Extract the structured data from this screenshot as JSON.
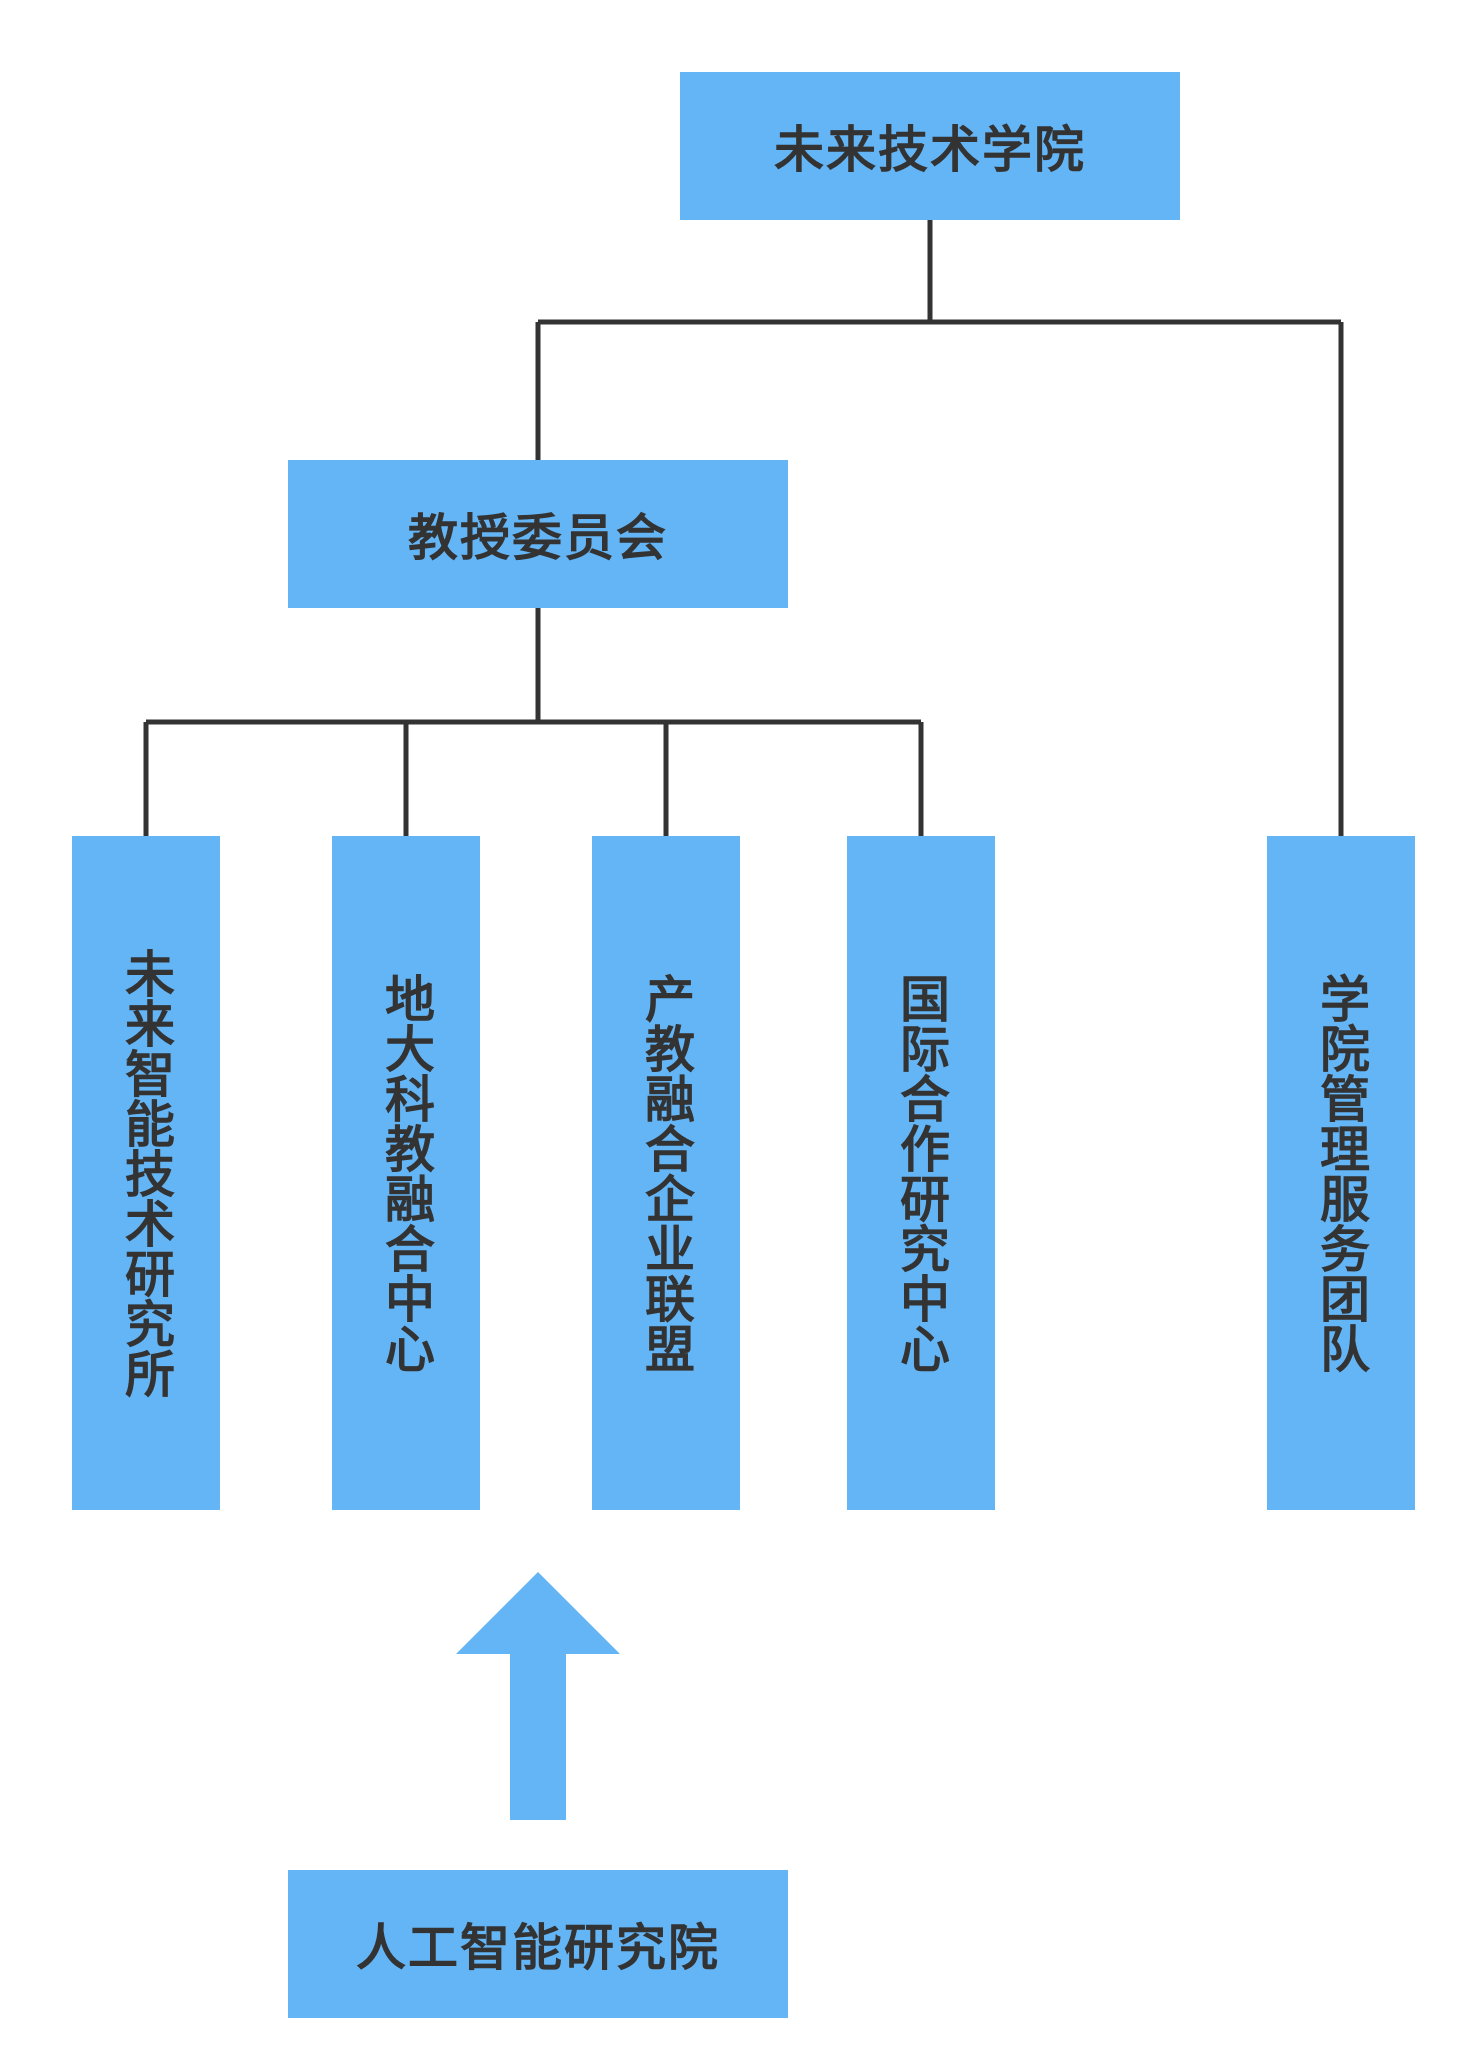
{
  "diagram": {
    "type": "org-chart",
    "root": {
      "label": "未来技术学院"
    },
    "committee": {
      "label": "教授委员会"
    },
    "units": [
      {
        "label": "未来智能技术研究所"
      },
      {
        "label": "地大科教融合中心"
      },
      {
        "label": "产教融合企业联盟"
      },
      {
        "label": "国际合作研究中心"
      }
    ],
    "admin": {
      "label": "学院管理服务团队"
    },
    "supporter": {
      "label": "人工智能研究院"
    },
    "colors": {
      "box": "#64b5f6",
      "text": "#333333",
      "line": "#333333",
      "arrow": "#64b5f6"
    }
  }
}
